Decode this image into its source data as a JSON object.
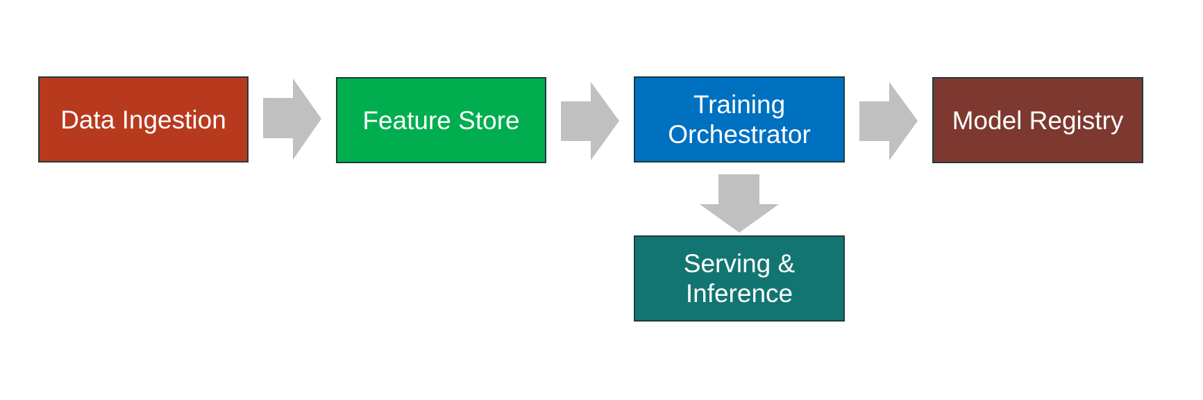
{
  "nodes": {
    "data_ingestion": {
      "label": "Data Ingestion",
      "color": "#B83A1E"
    },
    "feature_store": {
      "label": "Feature Store",
      "color": "#00AE4F"
    },
    "training_orchestrator": {
      "label": "Training\nOrchestrator",
      "color": "#0070C0"
    },
    "model_registry": {
      "label": "Model Registry",
      "color": "#7D3830"
    },
    "serving_inference": {
      "label": "Serving &\nInference",
      "color": "#137572"
    }
  },
  "edges": [
    {
      "from": "Data Ingestion",
      "to": "Feature Store"
    },
    {
      "from": "Feature Store",
      "to": "Training Orchestrator"
    },
    {
      "from": "Training Orchestrator",
      "to": "Model Registry"
    },
    {
      "from": "Training Orchestrator",
      "to": "Serving & Inference"
    }
  ],
  "colors": {
    "arrow": "#C0C0C0",
    "node_border": "#1F3B3A",
    "text": "#FFFFFF",
    "background": "#FFFFFF"
  }
}
